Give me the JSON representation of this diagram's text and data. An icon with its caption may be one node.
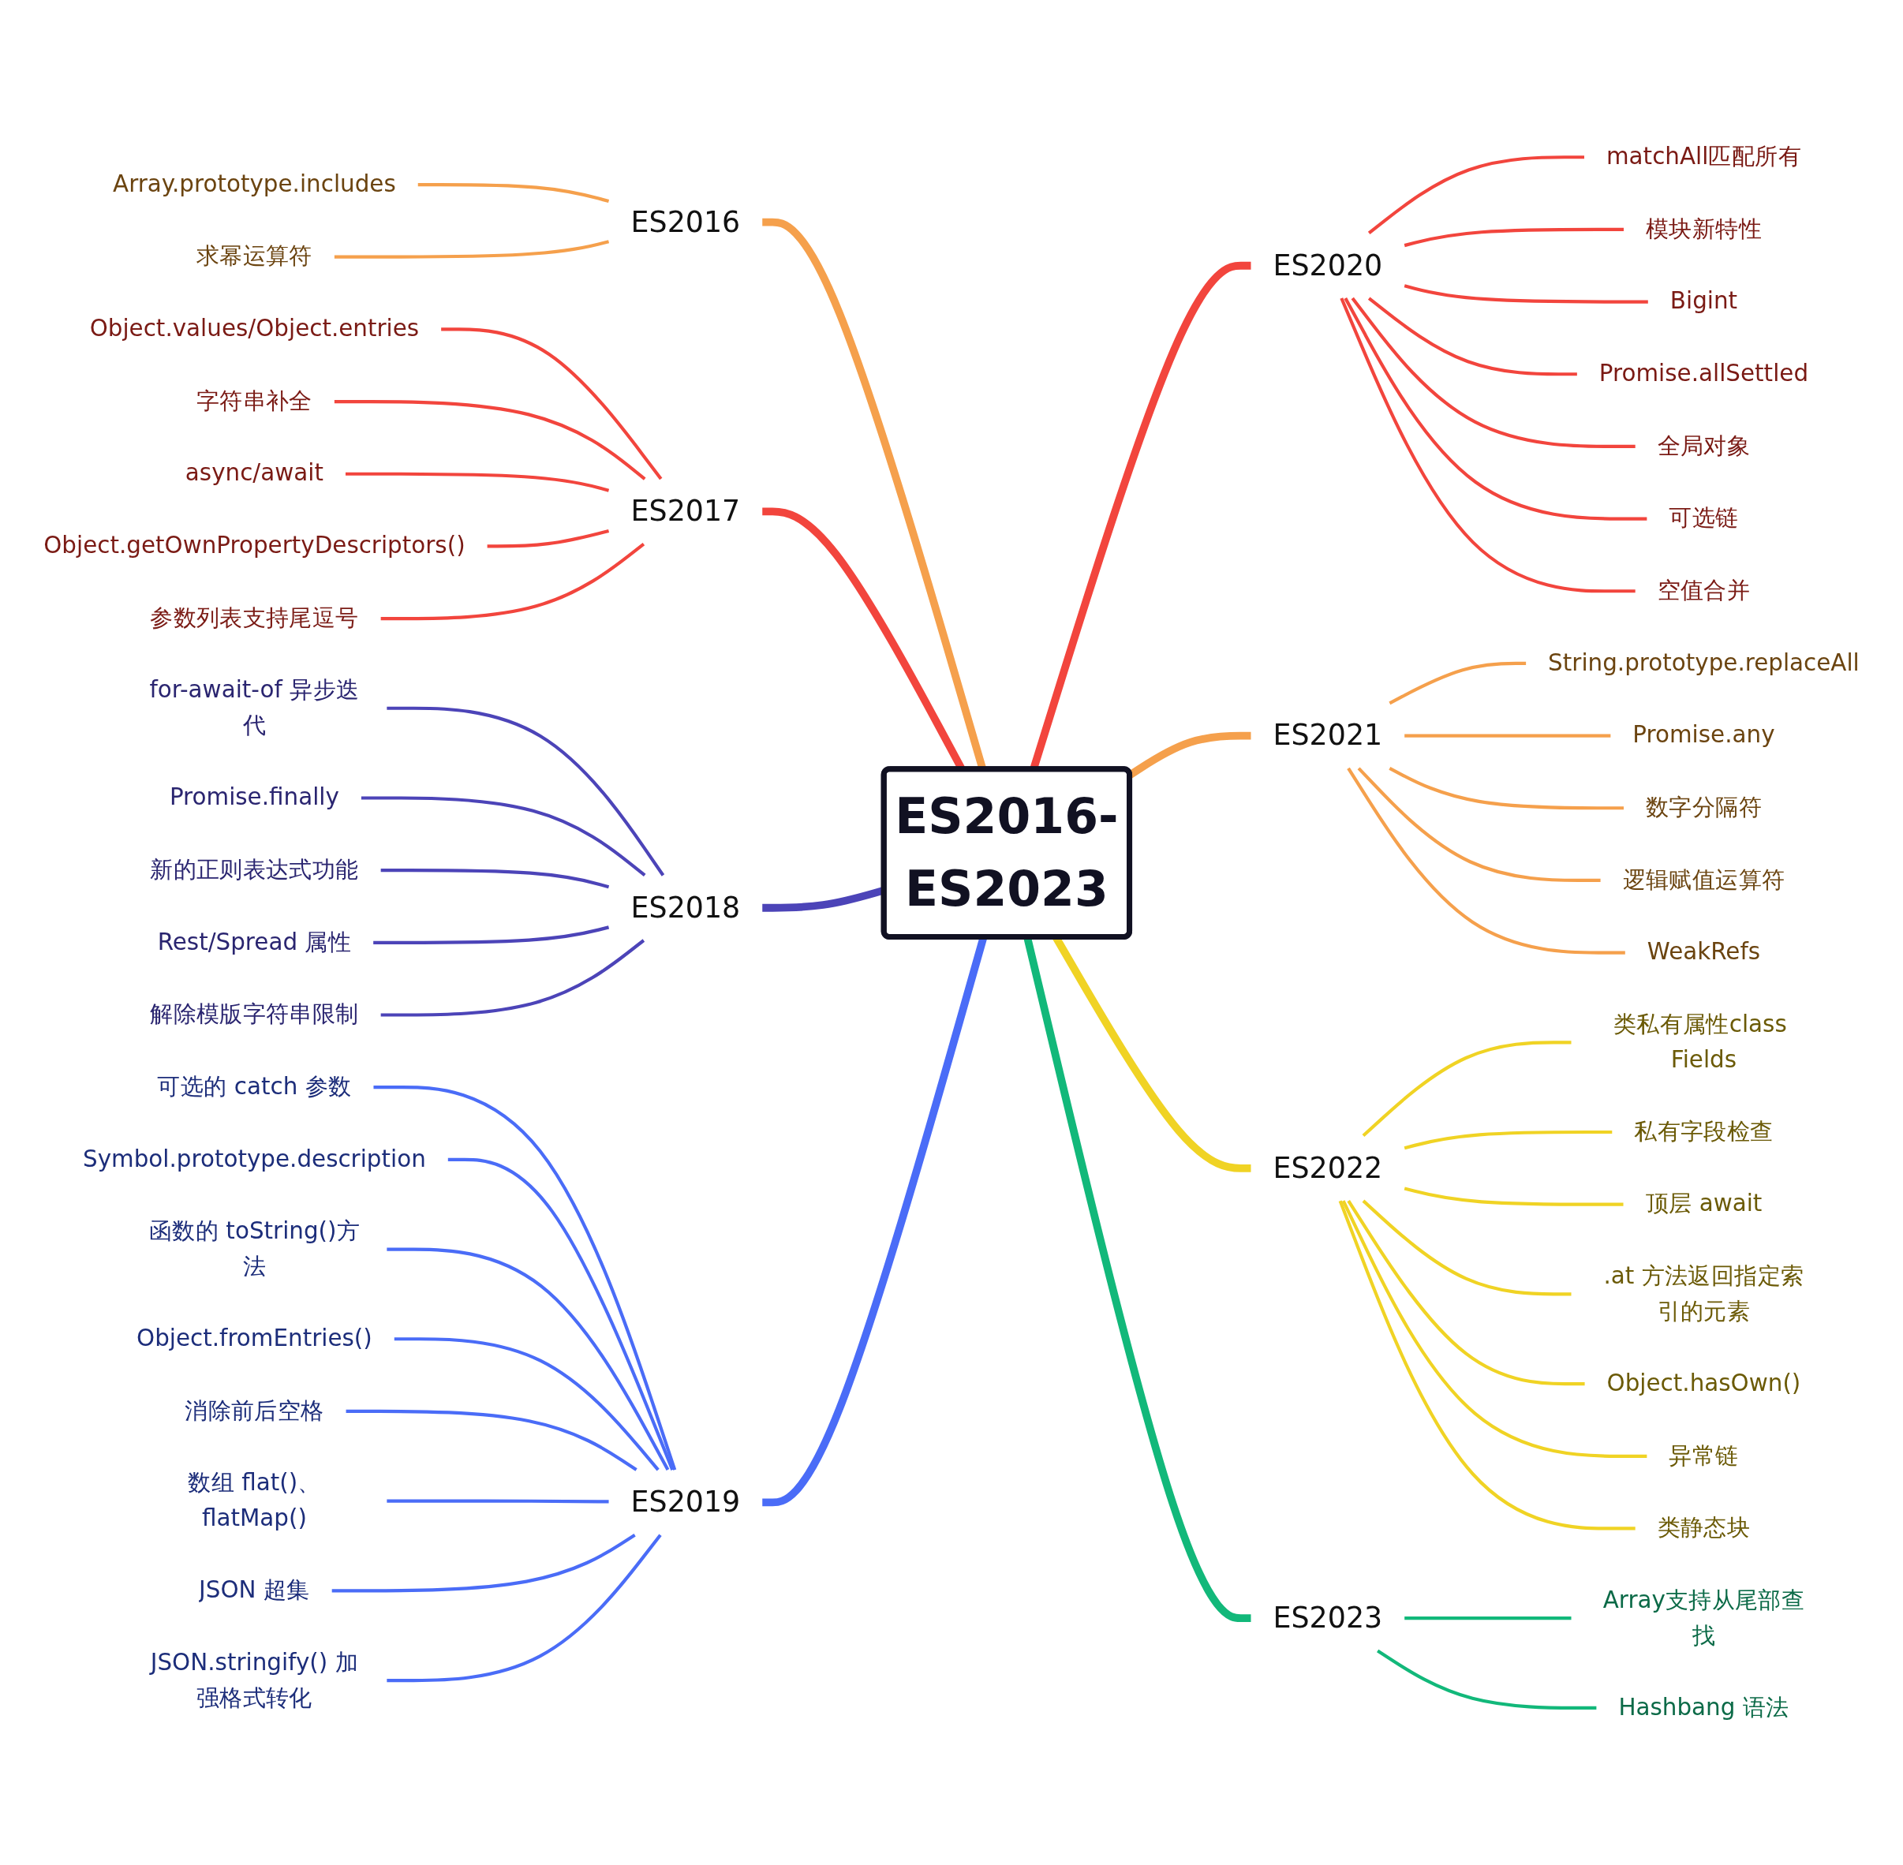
{
  "diagram": {
    "nodes": [
      {
        "text": [
          "ES2016-ES2023"
        ]
      },
      {
        "text": [
          "ES2016"
        ]
      },
      {
        "text": [
          "Array.prototype.includes"
        ]
      },
      {
        "text": [
          "求幂运算符"
        ]
      },
      {
        "text": [
          "ES2017"
        ]
      },
      {
        "text": [
          "Object.values/Object.entries"
        ]
      },
      {
        "text": [
          "字符串补全"
        ]
      },
      {
        "text": [
          "async/await"
        ]
      },
      {
        "text": [
          "Object.getOwnPropertyDescriptors()"
        ]
      },
      {
        "text": [
          "参数列表支持尾逗号"
        ]
      },
      {
        "text": [
          "ES2018"
        ]
      },
      {
        "text": [
          "for-await-of 异步迭代"
        ]
      },
      {
        "text": [
          "Promise.finally"
        ]
      },
      {
        "text": [
          "新的正则表达式功能"
        ]
      },
      {
        "text": [
          "Rest/Spread 属性"
        ]
      },
      {
        "text": [
          "解除模版字符串限制"
        ]
      },
      {
        "text": [
          "ES2019"
        ]
      },
      {
        "text": [
          "可选的 catch 参数"
        ]
      },
      {
        "text": [
          "Symbol.prototype.description"
        ]
      },
      {
        "text": [
          "函数的 toString()方法"
        ]
      },
      {
        "text": [
          "Object.fromEntries()"
        ]
      },
      {
        "text": [
          "消除前后空格"
        ]
      },
      {
        "text": [
          "数组 flat()、flatMap()"
        ]
      },
      {
        "text": [
          "JSON 超集"
        ]
      },
      {
        "text": [
          "JSON.stringify() 加强格式转化"
        ]
      },
      {
        "text": [
          "ES2020"
        ]
      },
      {
        "text": [
          "matchAll匹配所有"
        ]
      },
      {
        "text": [
          "模块新特性"
        ]
      },
      {
        "text": [
          "Bigint"
        ]
      },
      {
        "text": [
          "Promise.allSettled"
        ]
      },
      {
        "text": [
          "全局对象"
        ]
      },
      {
        "text": [
          "可选链"
        ]
      },
      {
        "text": [
          "空值合并"
        ]
      },
      {
        "text": [
          "ES2021"
        ]
      },
      {
        "text": [
          "String.prototype.replaceAll"
        ]
      },
      {
        "text": [
          "Promise.any"
        ]
      },
      {
        "text": [
          "数字分隔符"
        ]
      },
      {
        "text": [
          "逻辑赋值运算符"
        ]
      },
      {
        "text": [
          "WeakRefs"
        ]
      },
      {
        "text": [
          "ES2022"
        ]
      },
      {
        "text": [
          "类私有属性class Fields"
        ]
      },
      {
        "text": [
          "私有字段检查"
        ]
      },
      {
        "text": [
          "顶层 await"
        ]
      },
      {
        "text": [
          ".at 方法返回指定索引的元素"
        ]
      },
      {
        "text": [
          "Object.hasOwn()"
        ]
      },
      {
        "text": [
          "异常链"
        ]
      },
      {
        "text": [
          "类静态块"
        ]
      },
      {
        "text": [
          "ES2023"
        ]
      },
      {
        "text": [
          "Array支持从尾部查找"
        ]
      },
      {
        "text": [
          "Hashbang 语法"
        ]
      }
    ],
    "edges": [
      {
        "from": 1,
        "to": 0,
        "arrow": "none",
        "style": "thick",
        "color": "#f5a04c"
      },
      {
        "from": 2,
        "to": 1,
        "arrow": "none",
        "color": "#f5a04c"
      },
      {
        "from": 3,
        "to": 1,
        "arrow": "none",
        "color": "#f5a04c"
      },
      {
        "from": 4,
        "to": 0,
        "arrow": "none",
        "style": "thick",
        "color": "#f2453d"
      },
      {
        "from": 5,
        "to": 4,
        "arrow": "none",
        "color": "#f2453d"
      },
      {
        "from": 6,
        "to": 4,
        "arrow": "none",
        "color": "#f2453d"
      },
      {
        "from": 7,
        "to": 4,
        "arrow": "none",
        "color": "#f2453d"
      },
      {
        "from": 8,
        "to": 4,
        "arrow": "none",
        "color": "#f2453d"
      },
      {
        "from": 9,
        "to": 4,
        "arrow": "none",
        "color": "#f2453d"
      },
      {
        "from": 10,
        "to": 0,
        "arrow": "none",
        "style": "thick",
        "color": "#4c44b8"
      },
      {
        "from": 11,
        "to": 10,
        "arrow": "none",
        "color": "#4c44b8"
      },
      {
        "from": 12,
        "to": 10,
        "arrow": "none",
        "color": "#4c44b8"
      },
      {
        "from": 13,
        "to": 10,
        "arrow": "none",
        "color": "#4c44b8"
      },
      {
        "from": 14,
        "to": 10,
        "arrow": "none",
        "color": "#4c44b8"
      },
      {
        "from": 15,
        "to": 10,
        "arrow": "none",
        "color": "#4c44b8"
      },
      {
        "from": 16,
        "to": 0,
        "arrow": "none",
        "style": "thick",
        "color": "#4a6cf7"
      },
      {
        "from": 17,
        "to": 16,
        "arrow": "none",
        "color": "#4a6cf7"
      },
      {
        "from": 18,
        "to": 16,
        "arrow": "none",
        "color": "#4a6cf7"
      },
      {
        "from": 19,
        "to": 16,
        "arrow": "none",
        "color": "#4a6cf7"
      },
      {
        "from": 20,
        "to": 16,
        "arrow": "none",
        "color": "#4a6cf7"
      },
      {
        "from": 21,
        "to": 16,
        "arrow": "none",
        "color": "#4a6cf7"
      },
      {
        "from": 22,
        "to": 16,
        "arrow": "none",
        "color": "#4a6cf7"
      },
      {
        "from": 23,
        "to": 16,
        "arrow": "none",
        "color": "#4a6cf7"
      },
      {
        "from": 24,
        "to": 16,
        "arrow": "none",
        "color": "#4a6cf7"
      },
      {
        "from": 0,
        "to": 25,
        "arrow": "none",
        "style": "thick",
        "color": "#f2453d"
      },
      {
        "from": 25,
        "to": 26,
        "arrow": "none",
        "color": "#f2453d"
      },
      {
        "from": 25,
        "to": 27,
        "arrow": "none",
        "color": "#f2453d"
      },
      {
        "from": 25,
        "to": 28,
        "arrow": "none",
        "color": "#f2453d"
      },
      {
        "from": 25,
        "to": 29,
        "arrow": "none",
        "color": "#f2453d"
      },
      {
        "from": 25,
        "to": 30,
        "arrow": "none",
        "color": "#f2453d"
      },
      {
        "from": 25,
        "to": 31,
        "arrow": "none",
        "color": "#f2453d"
      },
      {
        "from": 25,
        "to": 32,
        "arrow": "none",
        "color": "#f2453d"
      },
      {
        "from": 0,
        "to": 33,
        "arrow": "none",
        "style": "thick",
        "color": "#f5a04c"
      },
      {
        "from": 33,
        "to": 34,
        "arrow": "none",
        "color": "#f5a04c"
      },
      {
        "from": 33,
        "to": 35,
        "arrow": "none",
        "color": "#f5a04c"
      },
      {
        "from": 33,
        "to": 36,
        "arrow": "none",
        "color": "#f5a04c"
      },
      {
        "from": 33,
        "to": 37,
        "arrow": "none",
        "color": "#f5a04c"
      },
      {
        "from": 33,
        "to": 38,
        "arrow": "none",
        "color": "#f5a04c"
      },
      {
        "from": 0,
        "to": 39,
        "arrow": "none",
        "style": "thick",
        "color": "#f0d324"
      },
      {
        "from": 39,
        "to": 40,
        "arrow": "none",
        "color": "#f0d324"
      },
      {
        "from": 39,
        "to": 41,
        "arrow": "none",
        "color": "#f0d324"
      },
      {
        "from": 39,
        "to": 42,
        "arrow": "none",
        "color": "#f0d324"
      },
      {
        "from": 39,
        "to": 43,
        "arrow": "none",
        "color": "#f0d324"
      },
      {
        "from": 39,
        "to": 44,
        "arrow": "none",
        "color": "#f0d324"
      },
      {
        "from": 39,
        "to": 45,
        "arrow": "none",
        "color": "#f0d324"
      },
      {
        "from": 39,
        "to": 46,
        "arrow": "none",
        "color": "#f0d324"
      },
      {
        "from": 0,
        "to": 47,
        "arrow": "none",
        "style": "thick",
        "color": "#12b87a"
      },
      {
        "from": 47,
        "to": 48,
        "arrow": "none",
        "color": "#12b87a"
      },
      {
        "from": 47,
        "to": 49,
        "arrow": "none",
        "color": "#12b87a"
      }
    ]
  }
}
